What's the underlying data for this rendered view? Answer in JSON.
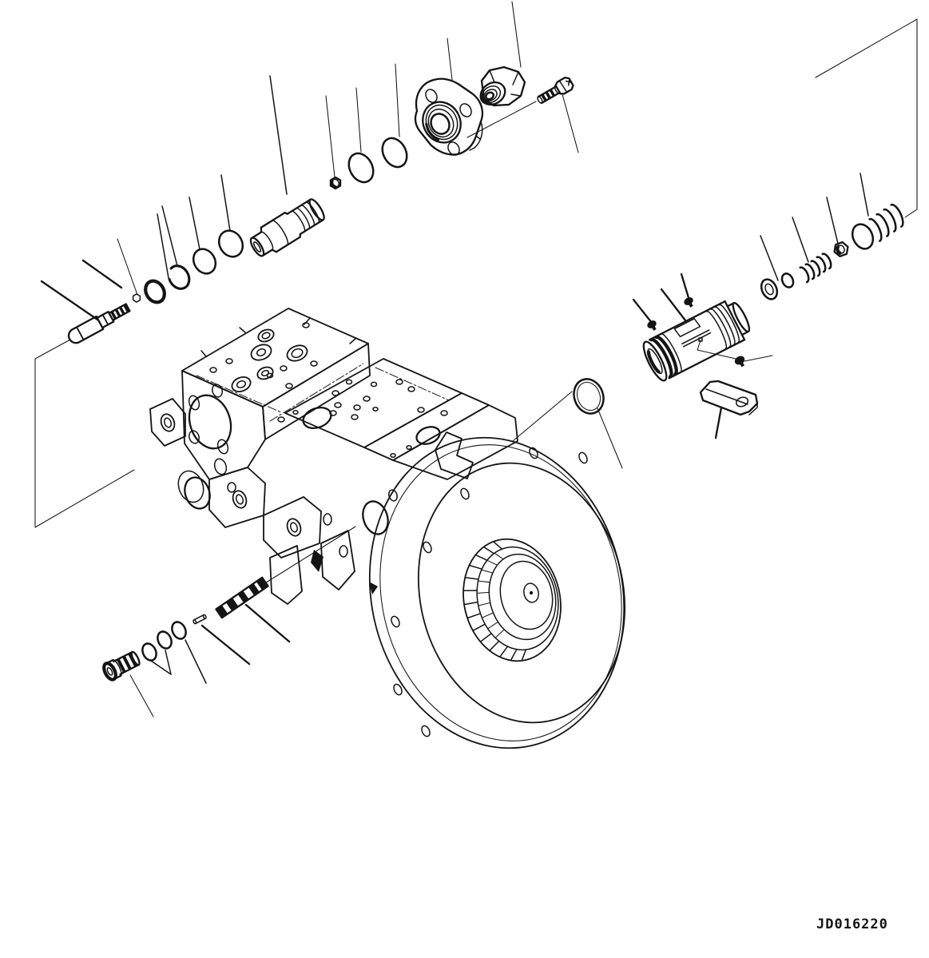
{
  "page": {
    "background": "#ffffff",
    "ink": "#141414"
  },
  "footer": {
    "drawing_code": "JD016220"
  },
  "diagram": {
    "kind": "exploded-parts-diagram",
    "subject": "hydraulic piston pump with flywheel housing",
    "projection_planes": 2,
    "groups": {
      "upper_valve_assembly": {
        "parts": [
          "valve-spool",
          "ball-seat",
          "o-ring-small",
          "snap-ring",
          "o-ring",
          "o-ring",
          "valve-body",
          "lock-nut-small",
          "o-ring-large",
          "o-ring-large",
          "port-flange",
          "cap-nut",
          "hex-bolt"
        ]
      },
      "right_valve_assembly": {
        "parts": [
          "cartridge-body",
          "plug-small-left",
          "plug-small-top",
          "plug-small-bottom",
          "washer",
          "retainer-ring",
          "spring-small",
          "hex-plug",
          "backup-ring",
          "spring-large",
          "stopper-plate",
          "o-ring-seal"
        ]
      },
      "lower_left_group": {
        "parts": [
          "socket-plug",
          "o-ring-small",
          "o-ring-small",
          "o-ring-small",
          "pin",
          "splined-coupling"
        ]
      },
      "center": {
        "parts": [
          "piston-pump-housing",
          "flywheel-housing",
          "drive-hub-gear"
        ]
      }
    }
  }
}
